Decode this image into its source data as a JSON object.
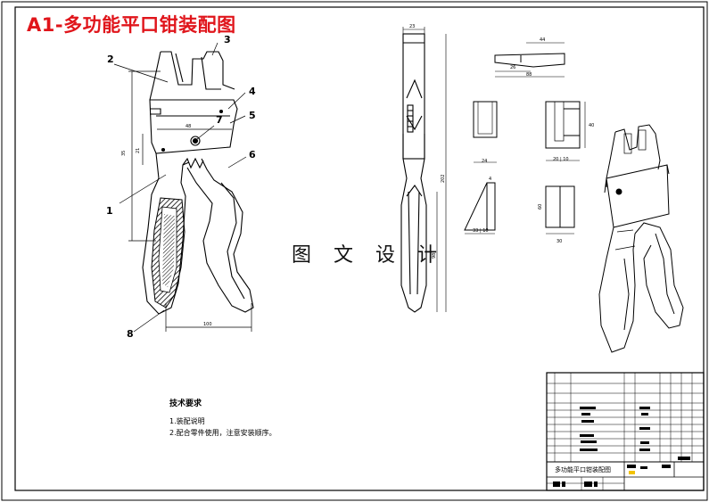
{
  "title": "A1-多功能平口钳装配图",
  "watermark": "图 文 设 计",
  "callouts": [
    "1",
    "2",
    "3",
    "4",
    "5",
    "6",
    "7",
    "8"
  ],
  "notes": {
    "heading": "技术要求",
    "items": [
      "1.装配说明",
      "2.配合零件使用，注意安装顺序。"
    ]
  },
  "title_block": {
    "drawing_name": "多功能平口钳装配图"
  }
}
